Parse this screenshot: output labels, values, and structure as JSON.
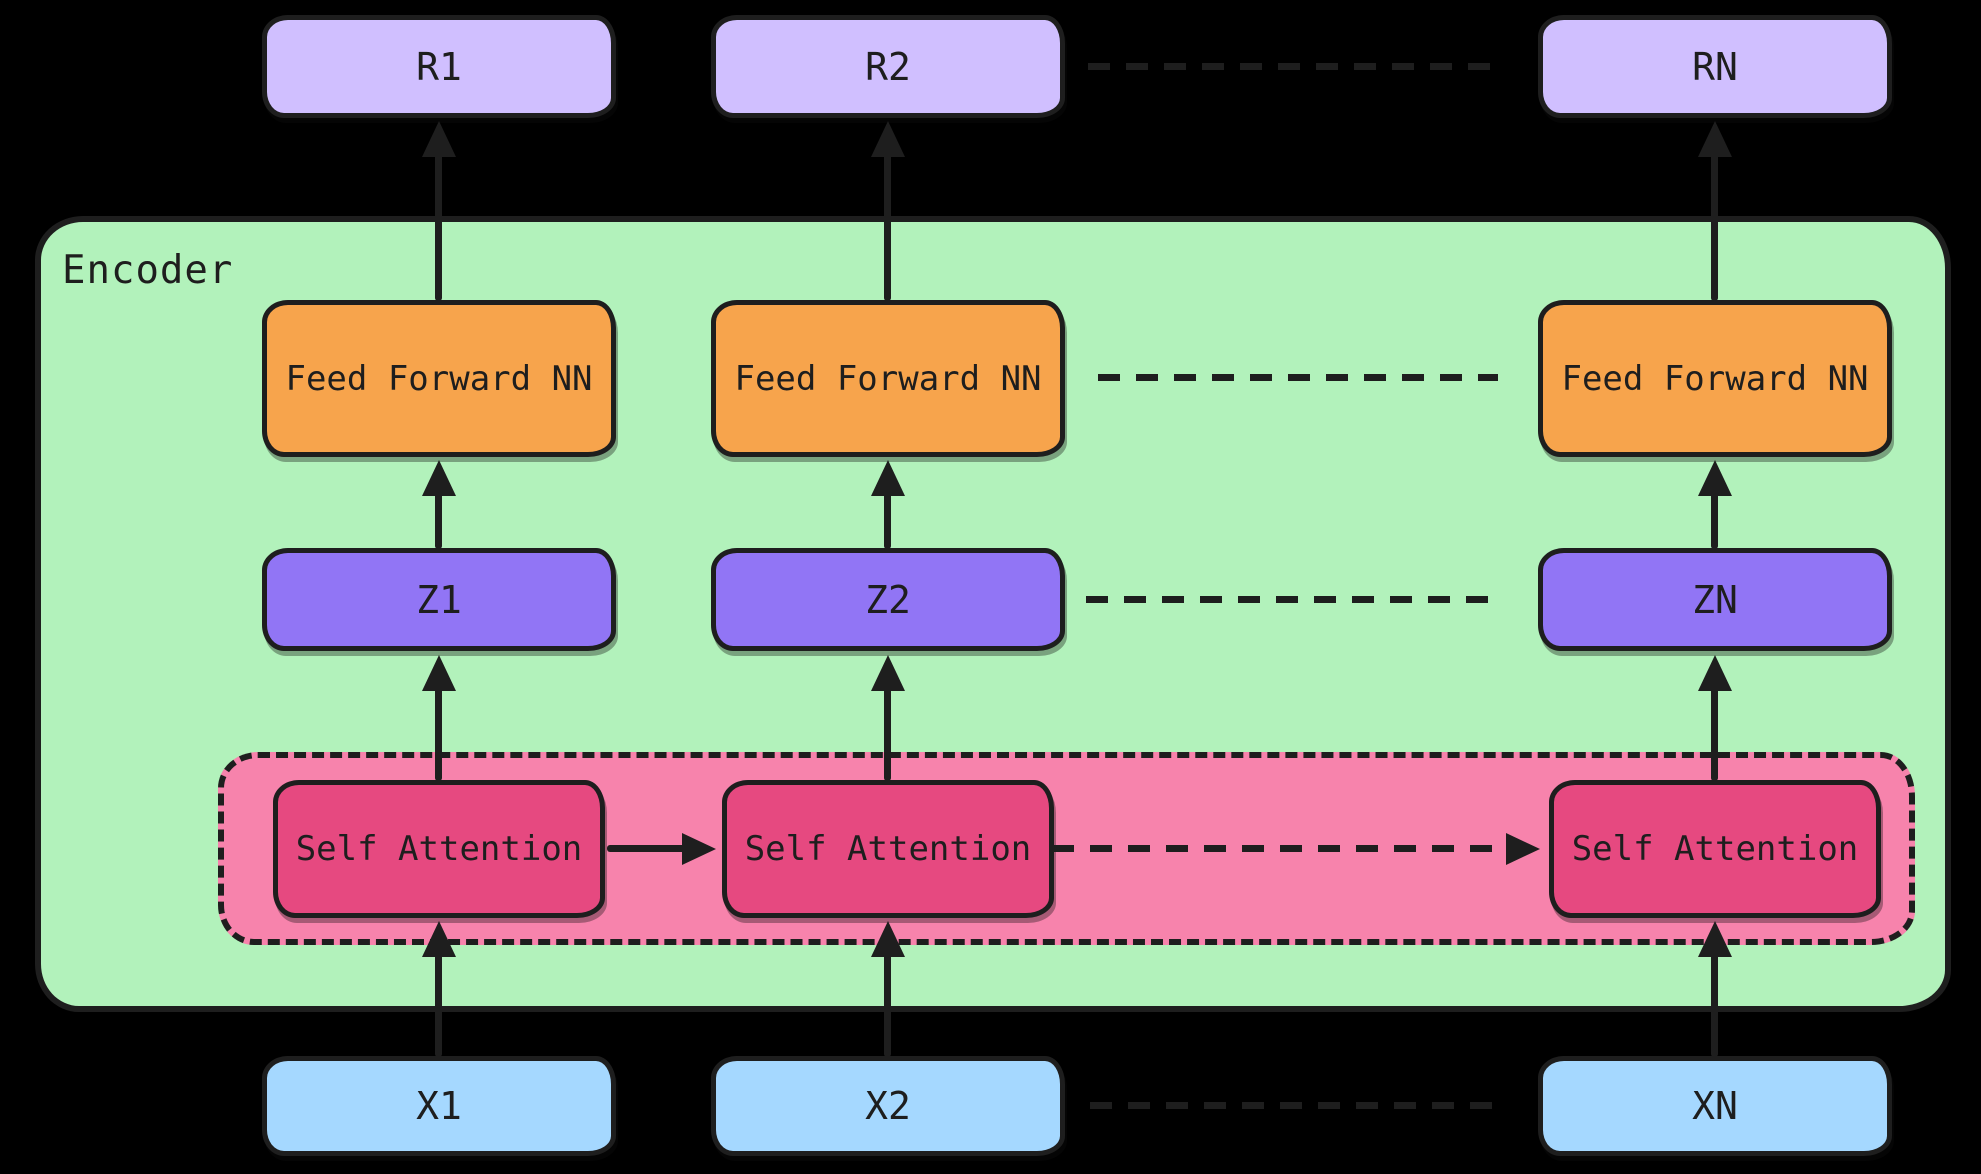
{
  "colors": {
    "background": "#000000",
    "stroke": "#1e1e1e",
    "encoder_fill": "#b2f2bb",
    "attention_group_fill": "#f783ac",
    "result_fill": "#d0bfff",
    "ffn_fill": "#f7a44c",
    "z_fill": "#9175f5",
    "attention_fill": "#e64980",
    "input_fill": "#a5d8ff"
  },
  "encoder": {
    "label": "Encoder"
  },
  "columns": [
    {
      "result": "R1",
      "ffn": "Feed Forward NN",
      "z": "Z1",
      "attention": "Self Attention",
      "input": "X1"
    },
    {
      "result": "R2",
      "ffn": "Feed Forward NN",
      "z": "Z2",
      "attention": "Self Attention",
      "input": "X2"
    },
    {
      "result": "RN",
      "ffn": "Feed Forward NN",
      "z": "ZN",
      "attention": "Self Attention",
      "input": "XN"
    }
  ]
}
